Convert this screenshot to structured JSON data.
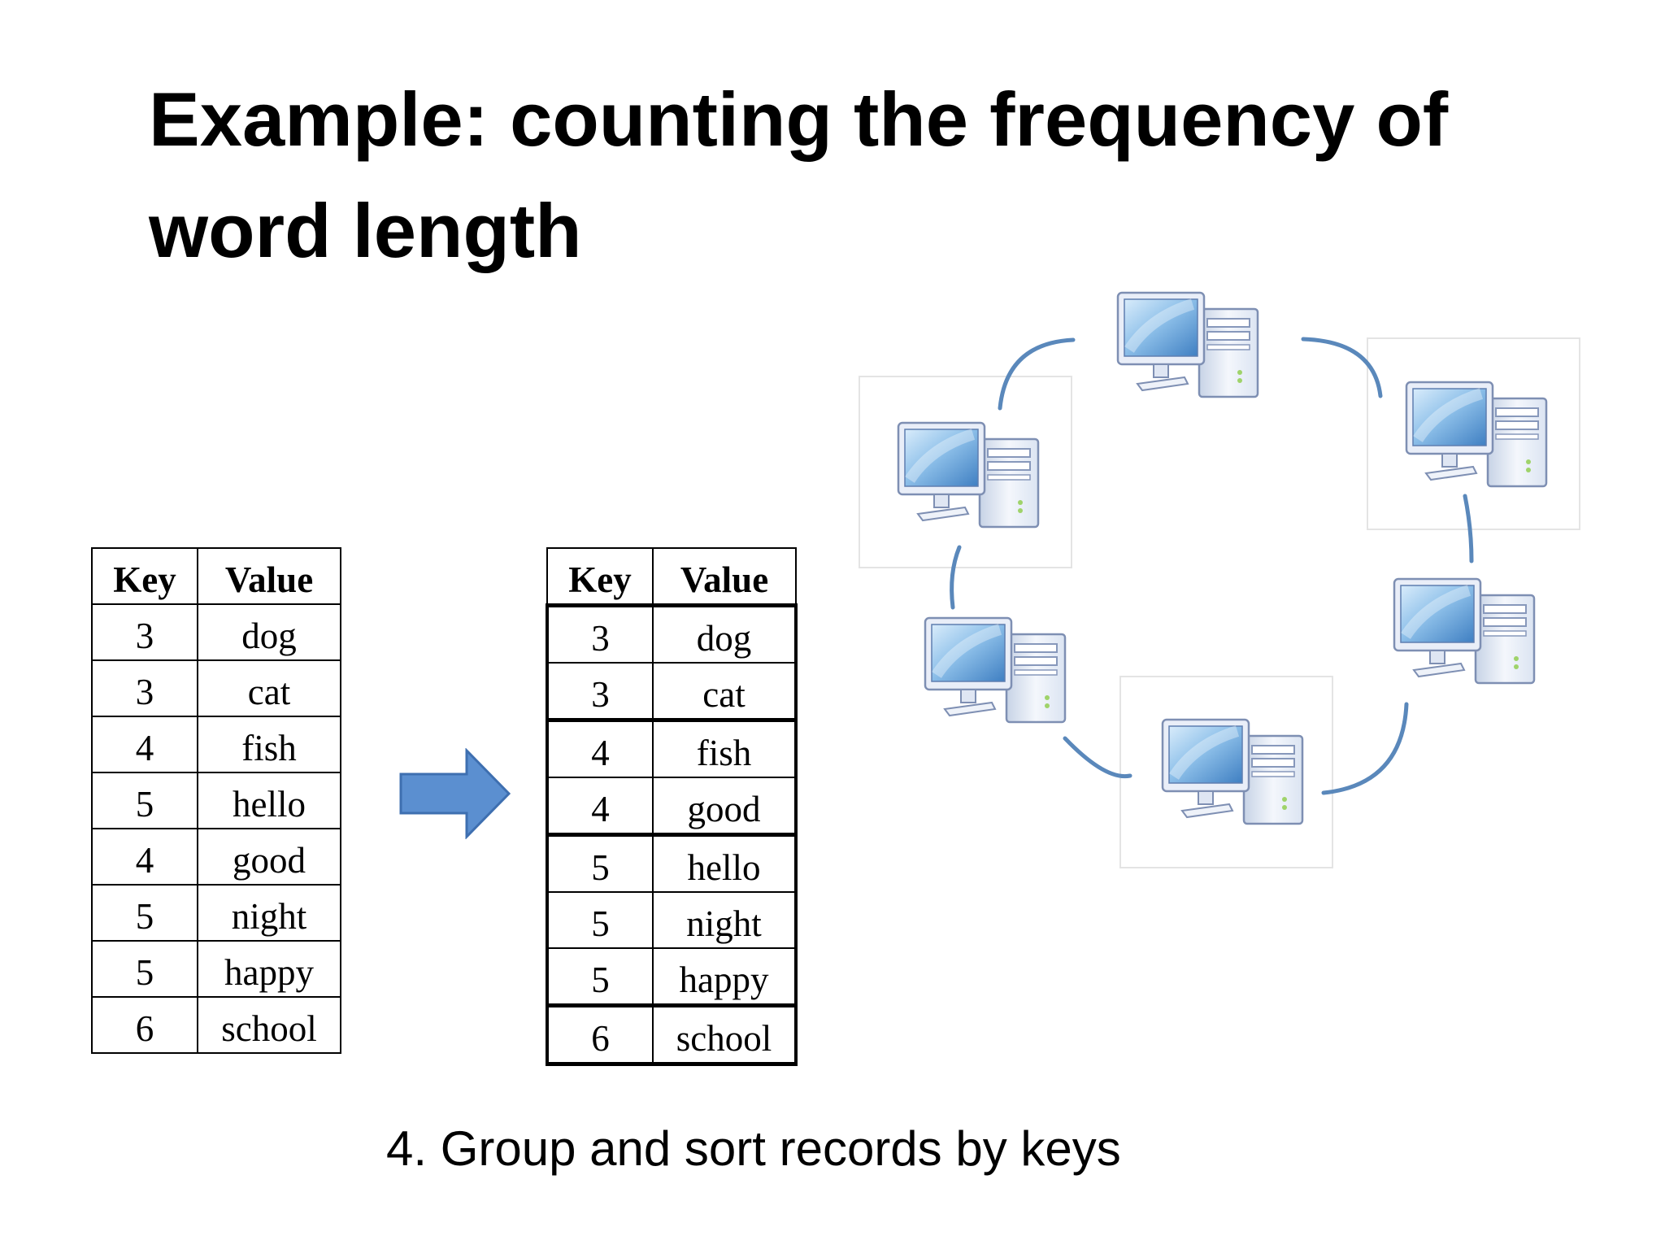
{
  "title": "Example: counting the frequency of word length",
  "caption": "4. Group and sort records by keys",
  "table_before": {
    "headers": [
      "Key",
      "Value"
    ],
    "rows": [
      [
        "3",
        "dog"
      ],
      [
        "3",
        "cat"
      ],
      [
        "4",
        "fish"
      ],
      [
        "5",
        "hello"
      ],
      [
        "4",
        "good"
      ],
      [
        "5",
        "night"
      ],
      [
        "5",
        "happy"
      ],
      [
        "6",
        "school"
      ]
    ]
  },
  "table_after": {
    "headers": [
      "Key",
      "Value"
    ],
    "rows": [
      [
        "3",
        "dog"
      ],
      [
        "3",
        "cat"
      ],
      [
        "4",
        "fish"
      ],
      [
        "4",
        "good"
      ],
      [
        "5",
        "hello"
      ],
      [
        "5",
        "night"
      ],
      [
        "5",
        "happy"
      ],
      [
        "6",
        "school"
      ]
    ]
  },
  "colors": {
    "arrow_fill": "#5b8fd0",
    "arrow_stroke": "#3e6fb0",
    "connector": "#5a88bb",
    "monitor_screen": "#7fb3e0",
    "computer_body": "#eef3fb"
  }
}
